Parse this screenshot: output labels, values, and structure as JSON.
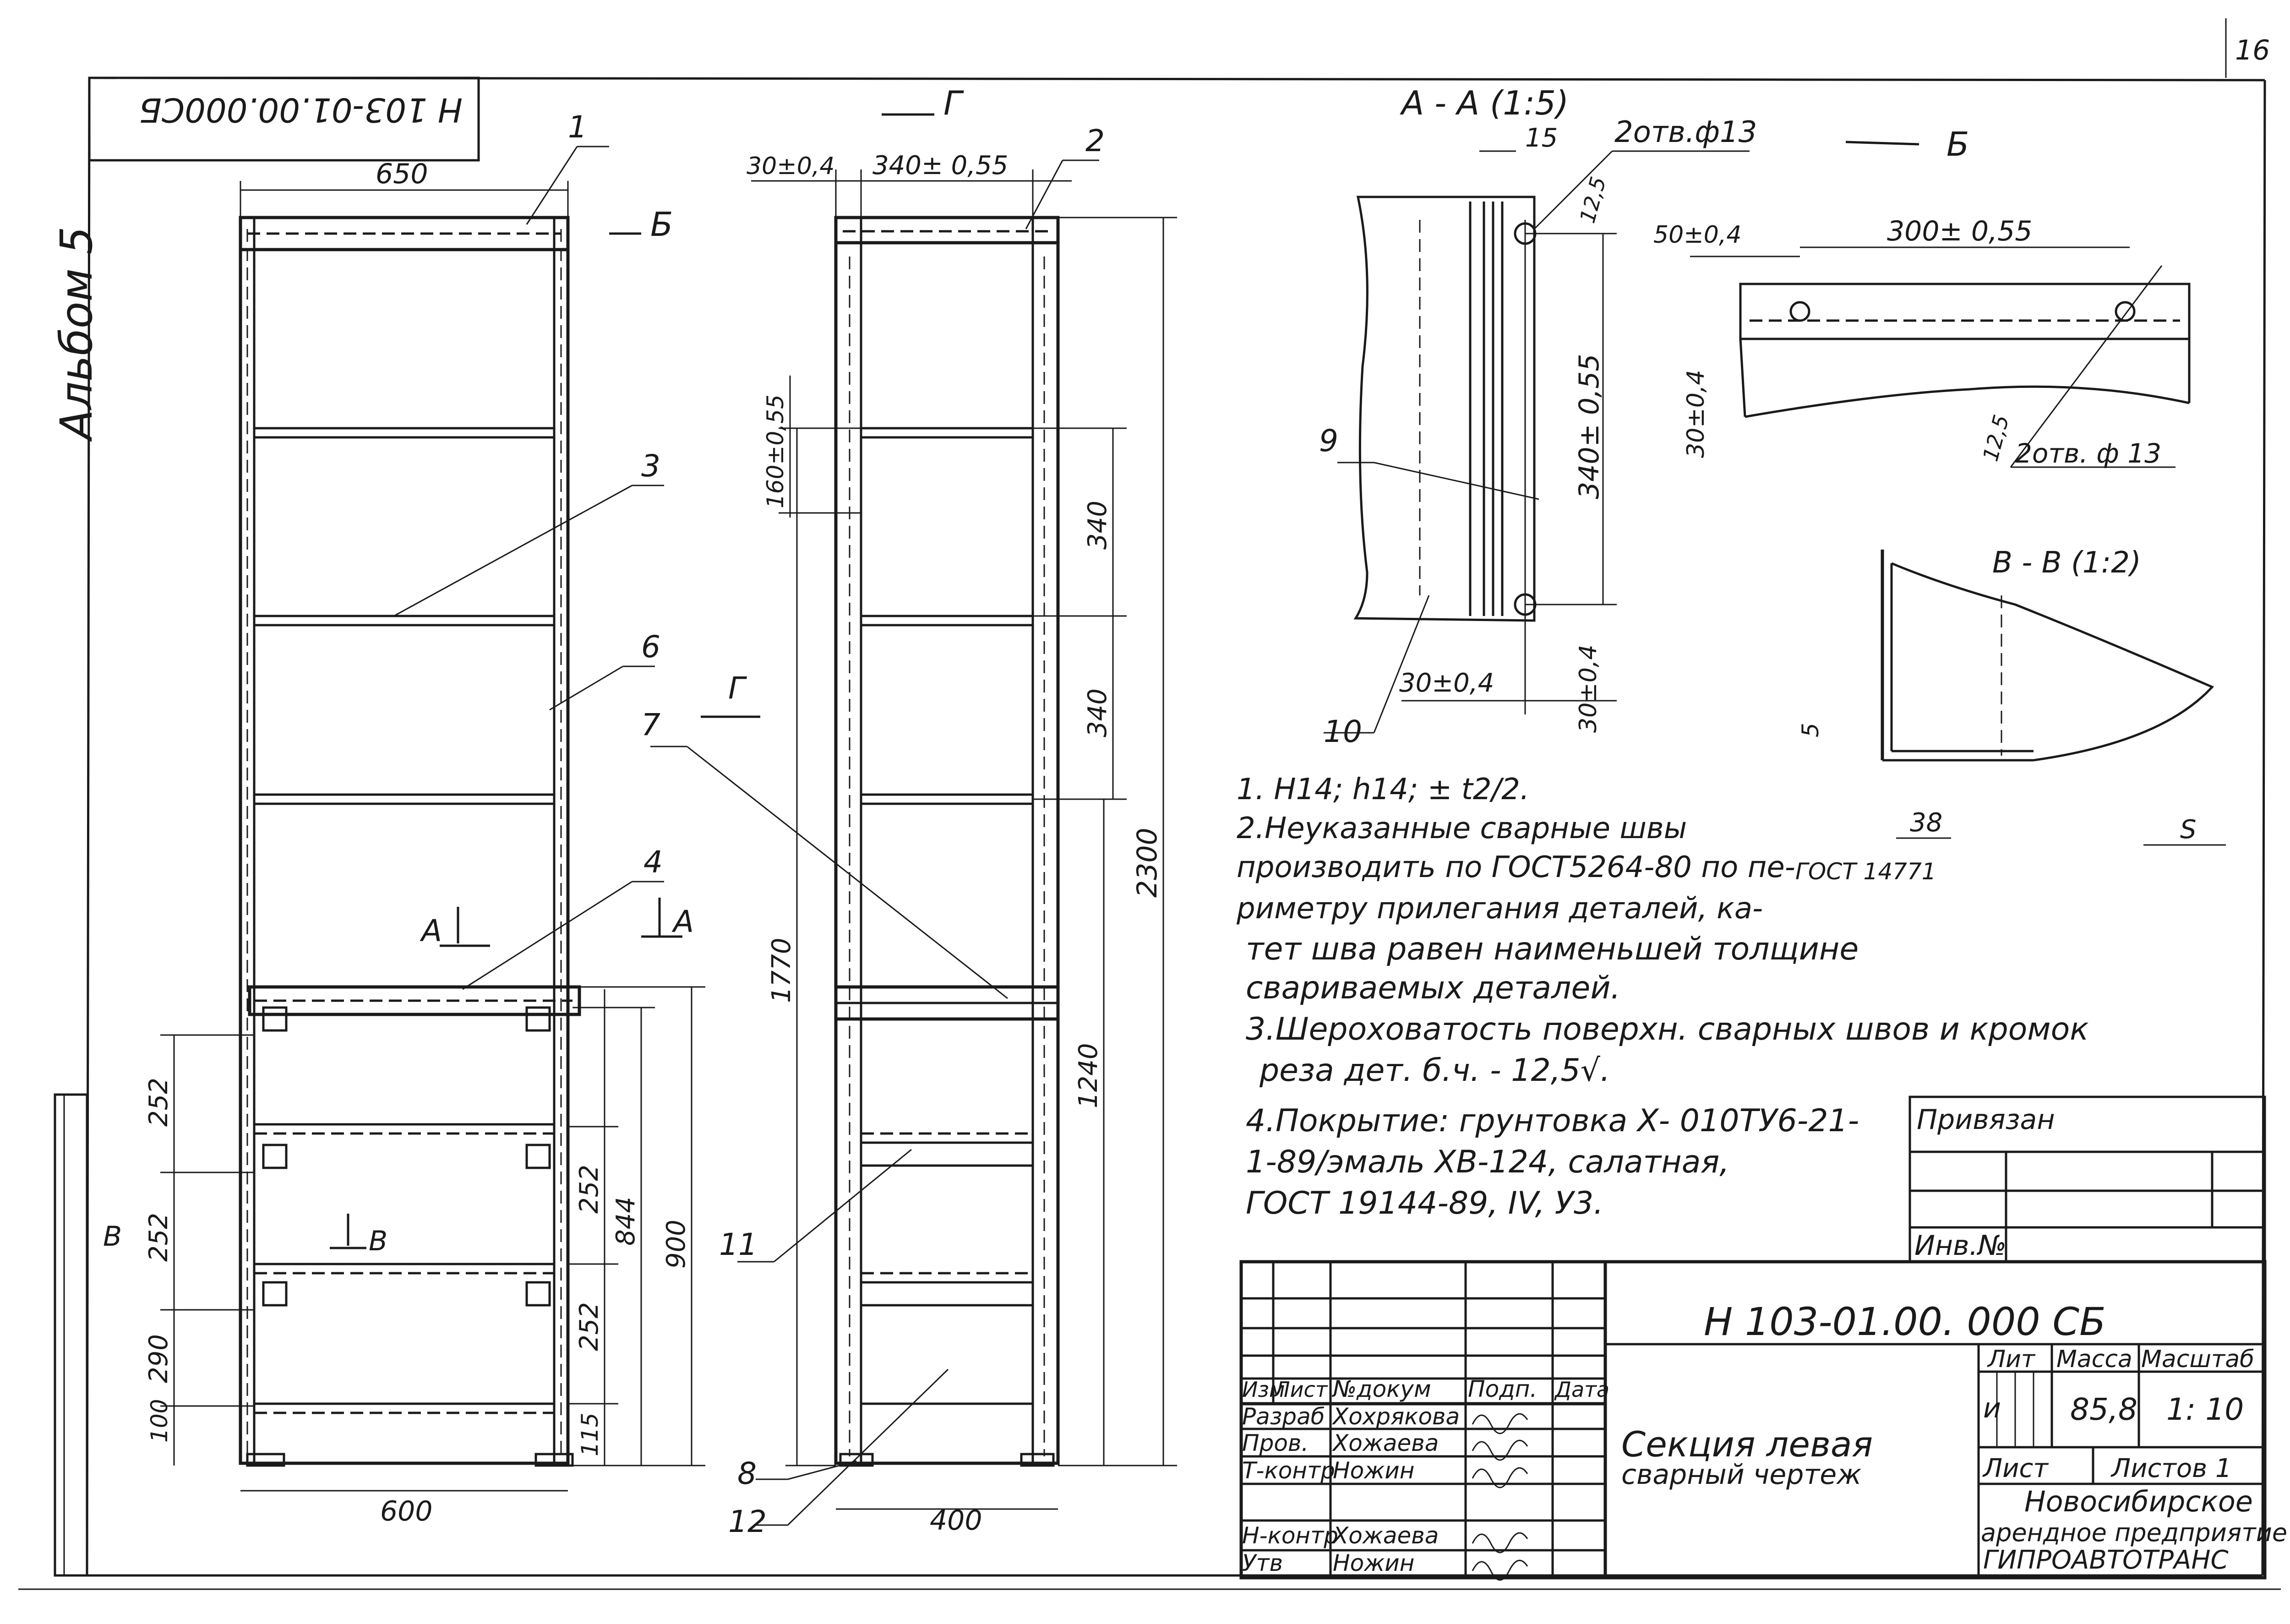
{
  "sheet": {
    "page_number": "16",
    "album": "Альбом 5",
    "doc_code_rotated": "Н 103-01.00.000СБ"
  },
  "front_view": {
    "width_top": "650",
    "width_bottom": "600",
    "view_arrow_b": "Б",
    "section_a_left": "А",
    "section_a_right": "А",
    "section_b": "В",
    "section_b_left": "В",
    "dims_left": [
      "252",
      "252",
      "290",
      "100"
    ],
    "dims_right": [
      "252",
      "252",
      "115",
      "844",
      "900"
    ],
    "callouts": [
      "1",
      "3",
      "6",
      "4"
    ]
  },
  "side_view": {
    "view_arrow_g_top": "Г",
    "view_arrow_g_mid": "Г",
    "dim_offset": "30±0,4",
    "dim_top_span": "340± 0,55",
    "dim_left_small": "160±0,55",
    "dims_right": [
      "340",
      "340"
    ],
    "dim_mid_height": "1770",
    "dim_lower": "1240",
    "dim_total": "2300",
    "width_bottom": "400",
    "callouts": [
      "2",
      "7",
      "11",
      "8",
      "12"
    ]
  },
  "section_aa": {
    "title": "А - А (1:5)",
    "dim_top": "15",
    "holes": "2отв.ф13",
    "dim_angle": "12,5",
    "dim_height": "340± 0,55",
    "dim_bottom": "30±0,4",
    "dim_right_bottom": "30±0,4",
    "callouts": [
      "9",
      "10"
    ]
  },
  "view_b": {
    "arrow": "Б",
    "dim_left": "50±0,4",
    "dim_span": "300± 0,55",
    "dim_height": "30±0,4",
    "dim_angle": "12,5",
    "holes": "2отв. ф 13"
  },
  "section_bb": {
    "title": "В - В (1:2)",
    "dim_side": "5",
    "dim_bottom": "38",
    "weld_symbol": "S",
    "weld_note": "ГОСТ 14771"
  },
  "notes": {
    "lines": [
      "1. Н14; h14; ± t2/2.",
      "2.Неуказанные сварные швы",
      "производить по ГОСТ5264-80 по пе-",
      "риметру прилегания деталей, ка-",
      "тет шва равен наименьшей толщине",
      "свариваемых деталей.",
      "3.Шероховатость поверхн. сварных швов и кромок",
      "реза дет. б.ч. - 12,5√.",
      "4.Покрытие: грунтовка Х- 010ТУ6-21-",
      "1-89/эмаль ХВ-124, салатная,",
      "ГОСТ 19144-89, IV, У3."
    ]
  },
  "binding_box": {
    "title": "Привязан",
    "inv_label": "Инв.№"
  },
  "title_block": {
    "doc_code": "Н 103-01.00. 000 СБ",
    "name_line1": "Секция левая",
    "name_line2": "сварный чертеж",
    "col_headers": [
      "Изм",
      "Лист",
      "№докум",
      "Подп.",
      "Дата"
    ],
    "roles": [
      "Разраб",
      "Пров.",
      "Т-контр",
      "",
      "Н-контр",
      "Утв"
    ],
    "names": [
      "Хохрякова",
      "Хожаева",
      "Ножин",
      "",
      "Хожаева",
      "Ножин"
    ],
    "lit_label": "Лит",
    "mass_label": "Масса",
    "scale_label": "Масштаб",
    "lit_value": "и",
    "mass_value": "85,8",
    "scale_value": "1: 10",
    "sheet_label": "Лист",
    "sheets_label": "Листов 1",
    "org_line1": "Новосибирское",
    "org_line2": "арендное предприятие",
    "org_line3": "ГИПРОАВТОТРАНС"
  }
}
